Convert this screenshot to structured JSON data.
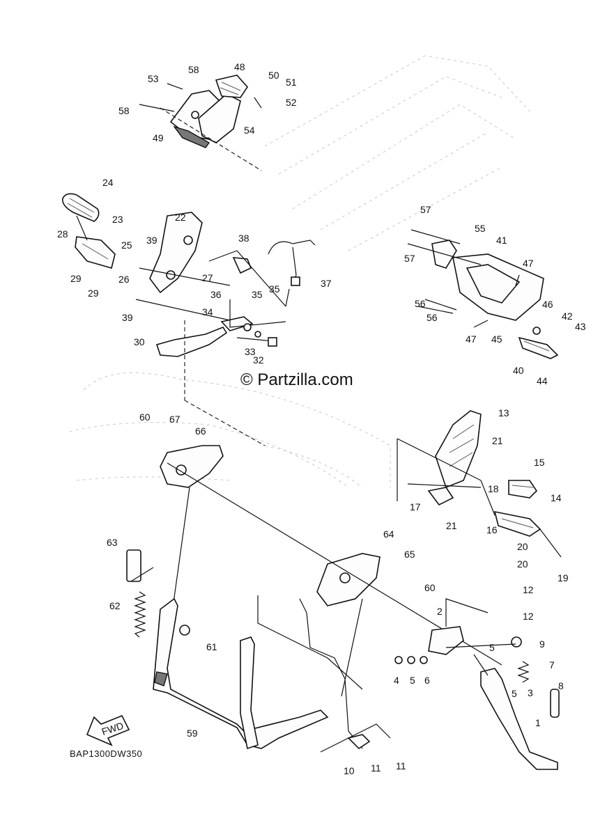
{
  "diagram_code": "BAP1300DW350",
  "watermark": "© Partzilla.com",
  "fwd_label": "FWD",
  "callouts": [
    {
      "n": "1"
    },
    {
      "n": "2"
    },
    {
      "n": "3"
    },
    {
      "n": "4"
    },
    {
      "n": "5"
    },
    {
      "n": "5"
    },
    {
      "n": "5"
    },
    {
      "n": "6"
    },
    {
      "n": "7"
    },
    {
      "n": "8"
    },
    {
      "n": "9"
    },
    {
      "n": "10"
    },
    {
      "n": "11"
    },
    {
      "n": "11"
    },
    {
      "n": "12"
    },
    {
      "n": "12"
    },
    {
      "n": "13"
    },
    {
      "n": "14"
    },
    {
      "n": "15"
    },
    {
      "n": "16"
    },
    {
      "n": "17"
    },
    {
      "n": "18"
    },
    {
      "n": "19"
    },
    {
      "n": "20"
    },
    {
      "n": "20"
    },
    {
      "n": "21"
    },
    {
      "n": "21"
    },
    {
      "n": "22"
    },
    {
      "n": "23"
    },
    {
      "n": "24"
    },
    {
      "n": "25"
    },
    {
      "n": "26"
    },
    {
      "n": "27"
    },
    {
      "n": "28"
    },
    {
      "n": "29"
    },
    {
      "n": "29"
    },
    {
      "n": "30"
    },
    {
      "n": "32"
    },
    {
      "n": "33"
    },
    {
      "n": "34"
    },
    {
      "n": "35"
    },
    {
      "n": "35"
    },
    {
      "n": "36"
    },
    {
      "n": "37"
    },
    {
      "n": "38"
    },
    {
      "n": "39"
    },
    {
      "n": "39"
    },
    {
      "n": "40"
    },
    {
      "n": "41"
    },
    {
      "n": "42"
    },
    {
      "n": "43"
    },
    {
      "n": "44"
    },
    {
      "n": "45"
    },
    {
      "n": "46"
    },
    {
      "n": "47"
    },
    {
      "n": "47"
    },
    {
      "n": "48"
    },
    {
      "n": "49"
    },
    {
      "n": "50"
    },
    {
      "n": "51"
    },
    {
      "n": "52"
    },
    {
      "n": "53"
    },
    {
      "n": "54"
    },
    {
      "n": "55"
    },
    {
      "n": "56"
    },
    {
      "n": "56"
    },
    {
      "n": "57"
    },
    {
      "n": "57"
    },
    {
      "n": "58"
    },
    {
      "n": "58"
    },
    {
      "n": "59"
    },
    {
      "n": "60"
    },
    {
      "n": "60"
    },
    {
      "n": "61"
    },
    {
      "n": "62"
    },
    {
      "n": "63"
    },
    {
      "n": "64"
    },
    {
      "n": "65"
    },
    {
      "n": "66"
    },
    {
      "n": "67"
    }
  ]
}
